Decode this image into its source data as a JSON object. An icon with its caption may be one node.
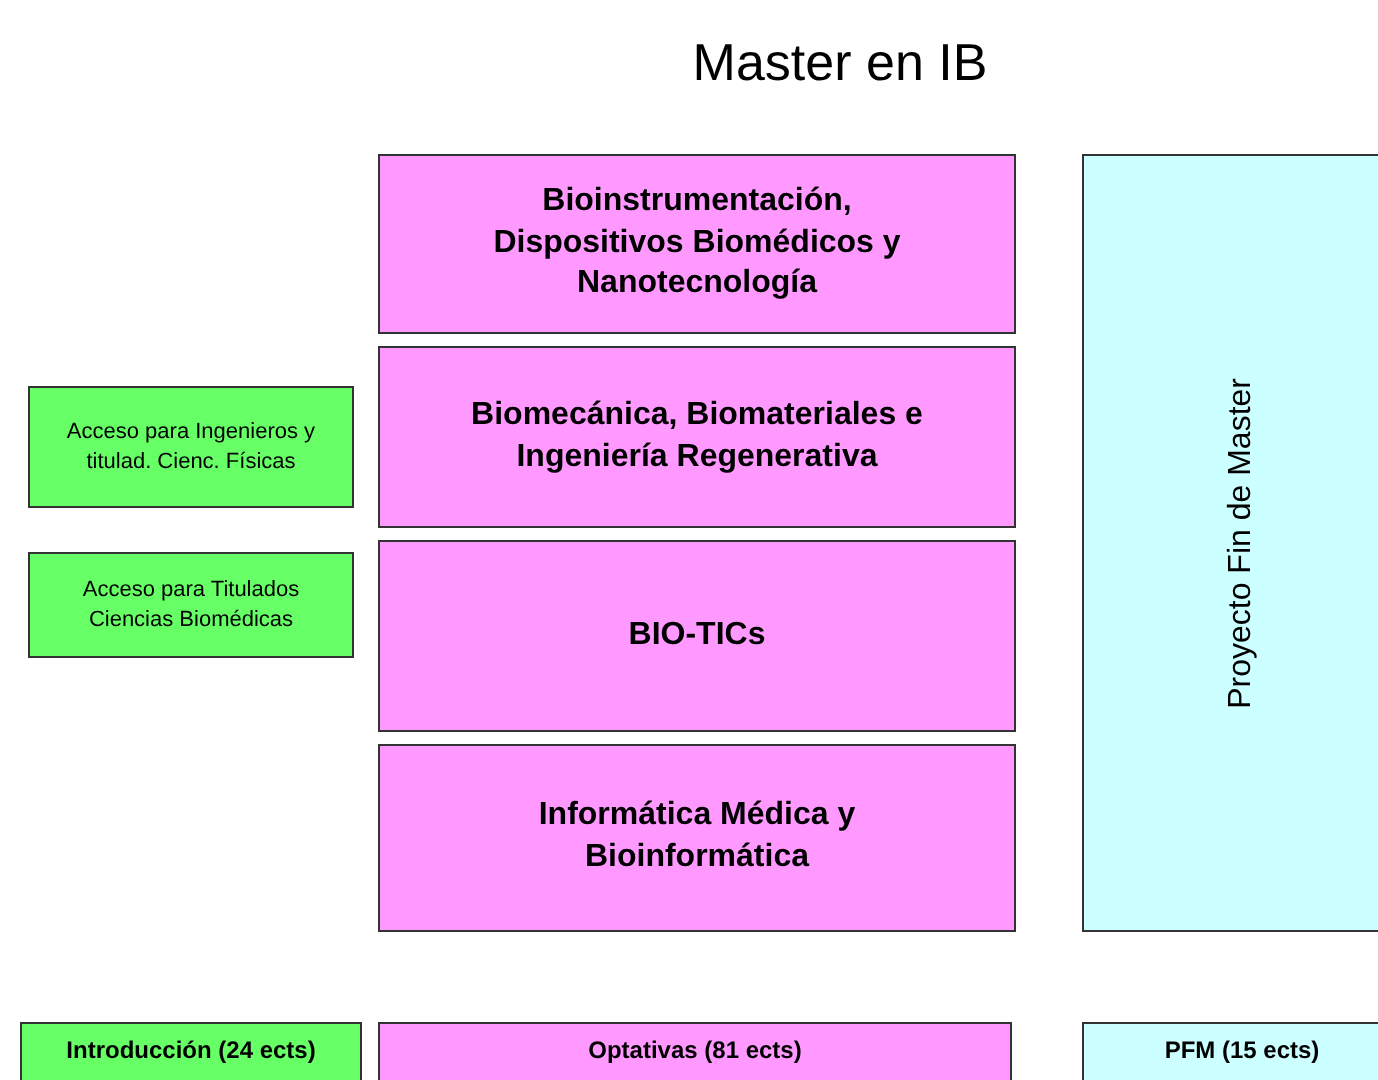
{
  "diagram": {
    "title": "Master en IB",
    "nodes": [
      {
        "text": [
          "Bioinstrumentación, Dispositivos Biomédicos y Nanotecnología"
        ]
      },
      {
        "text": [
          "Biomecánica, Biomateriales e Ingeniería Regenerativa"
        ]
      },
      {
        "text": [
          "BIO-TICs"
        ]
      },
      {
        "text": [
          "Informática Médica y Bioinformática"
        ]
      },
      {
        "text": [
          "Proyecto Fin de Master"
        ]
      },
      {
        "text": [
          "Acceso para Ingenieros y titulad. Cienc. Físicas"
        ]
      },
      {
        "text": [
          "Acceso para Titulados Ciencias Biomédicas"
        ]
      },
      {
        "text": [
          "Introducción (24 ects)"
        ]
      },
      {
        "text": [
          "Optativas (81 ects)"
        ]
      },
      {
        "text": [
          "PFM  (15 ects)"
        ]
      }
    ]
  }
}
